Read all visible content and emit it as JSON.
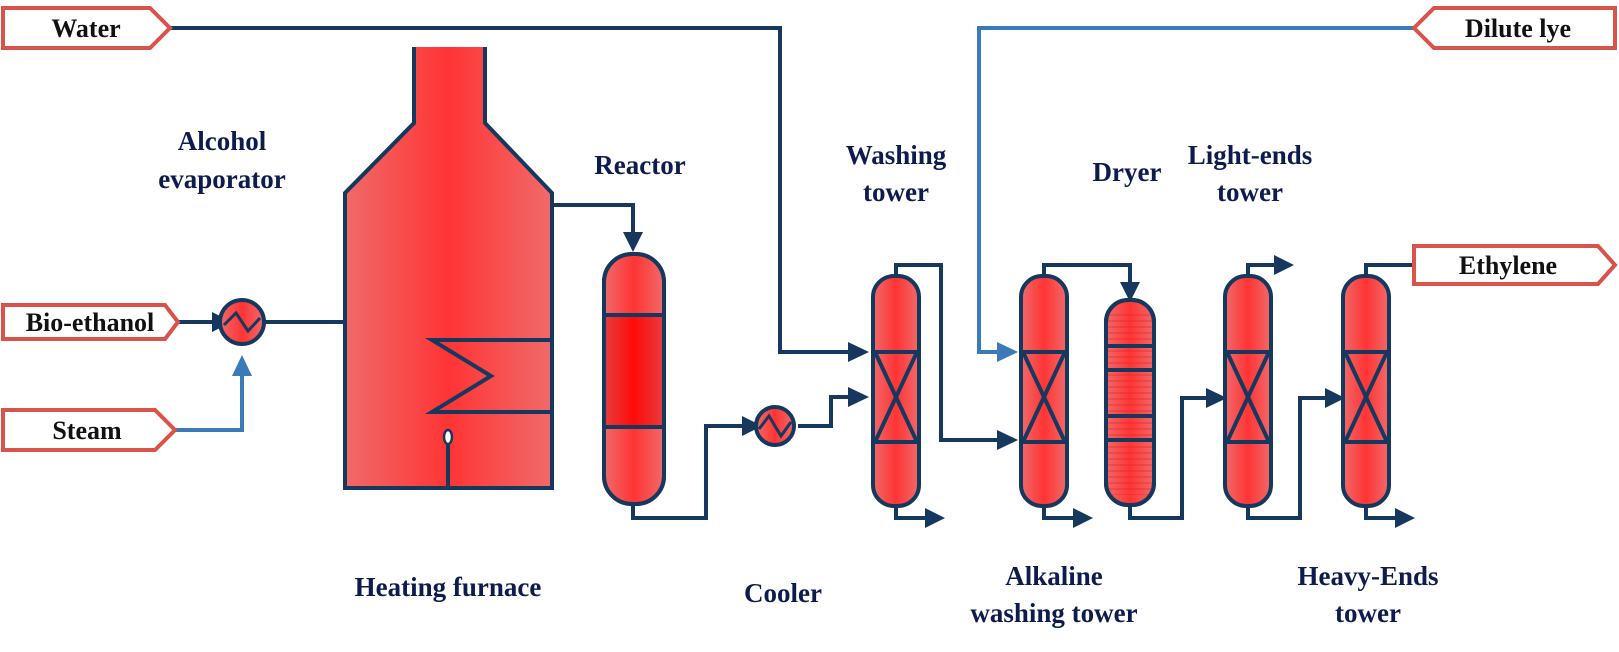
{
  "title": "Bio-ethanol to ethylene process flow diagram",
  "colors": {
    "vessel_fill": "#ff3b3b",
    "vessel_outline": "#16385f",
    "pipe_dark": "#16385f",
    "pipe_light": "#3b7ab8",
    "io_box_border": "#d9534a",
    "label_text": "#0d1b4f"
  },
  "streams": {
    "water": "Water",
    "bio_ethanol": "Bio-ethanol",
    "steam": "Steam",
    "dilute_lye": "Dilute lye",
    "ethylene": "Ethylene"
  },
  "equipment": {
    "alcohol_evaporator": [
      "Alcohol",
      "evaporator"
    ],
    "heating_furnace": "Heating furnace",
    "reactor": "Reactor",
    "cooler": "Cooler",
    "washing_tower": [
      "Washing",
      "tower"
    ],
    "alkaline_washing_tower": [
      "Alkaline",
      "washing tower"
    ],
    "dryer": "Dryer",
    "light_ends_tower": [
      "Light-ends",
      "tower"
    ],
    "heavy_ends_tower": [
      "Heavy-Ends",
      "tower"
    ]
  }
}
